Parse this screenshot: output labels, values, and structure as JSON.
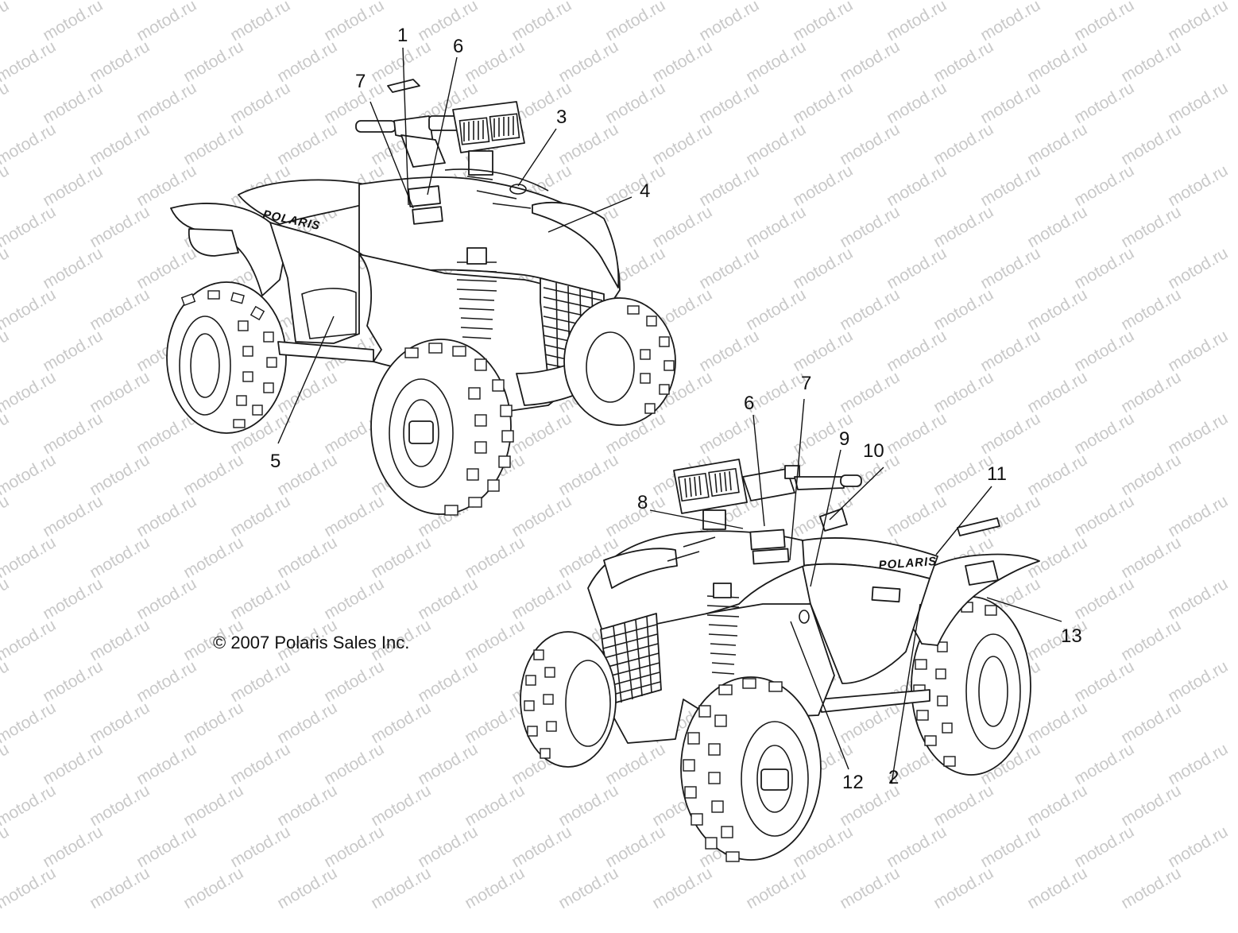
{
  "watermark": "motod.ru",
  "copyright": "© 2007 Polaris Sales Inc.",
  "brand_text": "POLARIS",
  "callouts_top": [
    "1",
    "6",
    "7",
    "3",
    "4",
    "5"
  ],
  "callouts_bottom": [
    "6",
    "7",
    "9",
    "10",
    "11",
    "8",
    "13",
    "12",
    "2"
  ],
  "colors": {
    "line": "#1a1a1a",
    "watermark": "#c9c9c9",
    "background": "#ffffff"
  }
}
